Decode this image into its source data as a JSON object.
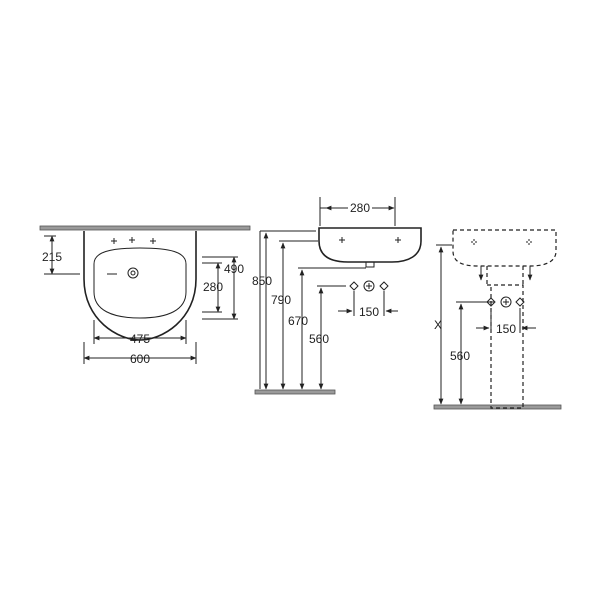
{
  "front_view": {
    "dim_215": "215",
    "dim_490": "490",
    "dim_280": "280",
    "dim_475": "475",
    "dim_600": "600"
  },
  "side_view": {
    "dim_280_top": "280",
    "dim_850": "850",
    "dim_790": "790",
    "dim_670": "670",
    "dim_560": "560",
    "dim_150": "150"
  },
  "pedestal_view": {
    "dim_x": "X",
    "dim_560": "560",
    "dim_150": "150"
  }
}
